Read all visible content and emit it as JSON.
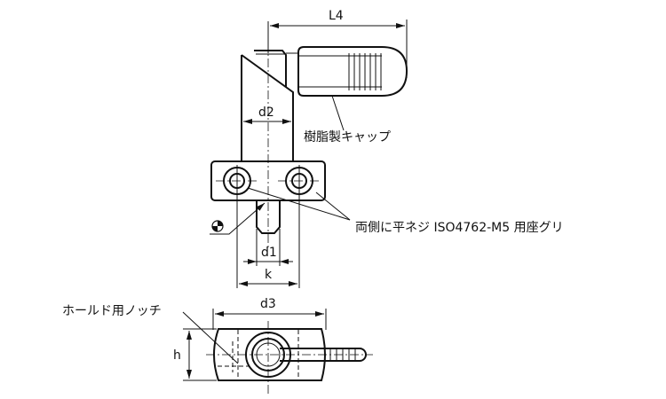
{
  "labels": {
    "L4": "L4",
    "d2": "d2",
    "d1": "d1",
    "k": "k",
    "d3": "d3",
    "h": "h",
    "cap_note": "樹脂製キャップ",
    "counterbore_note": "両側に平ネジ ISO4762-M5 用座グリ",
    "notch_note": "ホールド用ノッチ"
  },
  "symbols": [
    "center-of-mass-symbol"
  ]
}
